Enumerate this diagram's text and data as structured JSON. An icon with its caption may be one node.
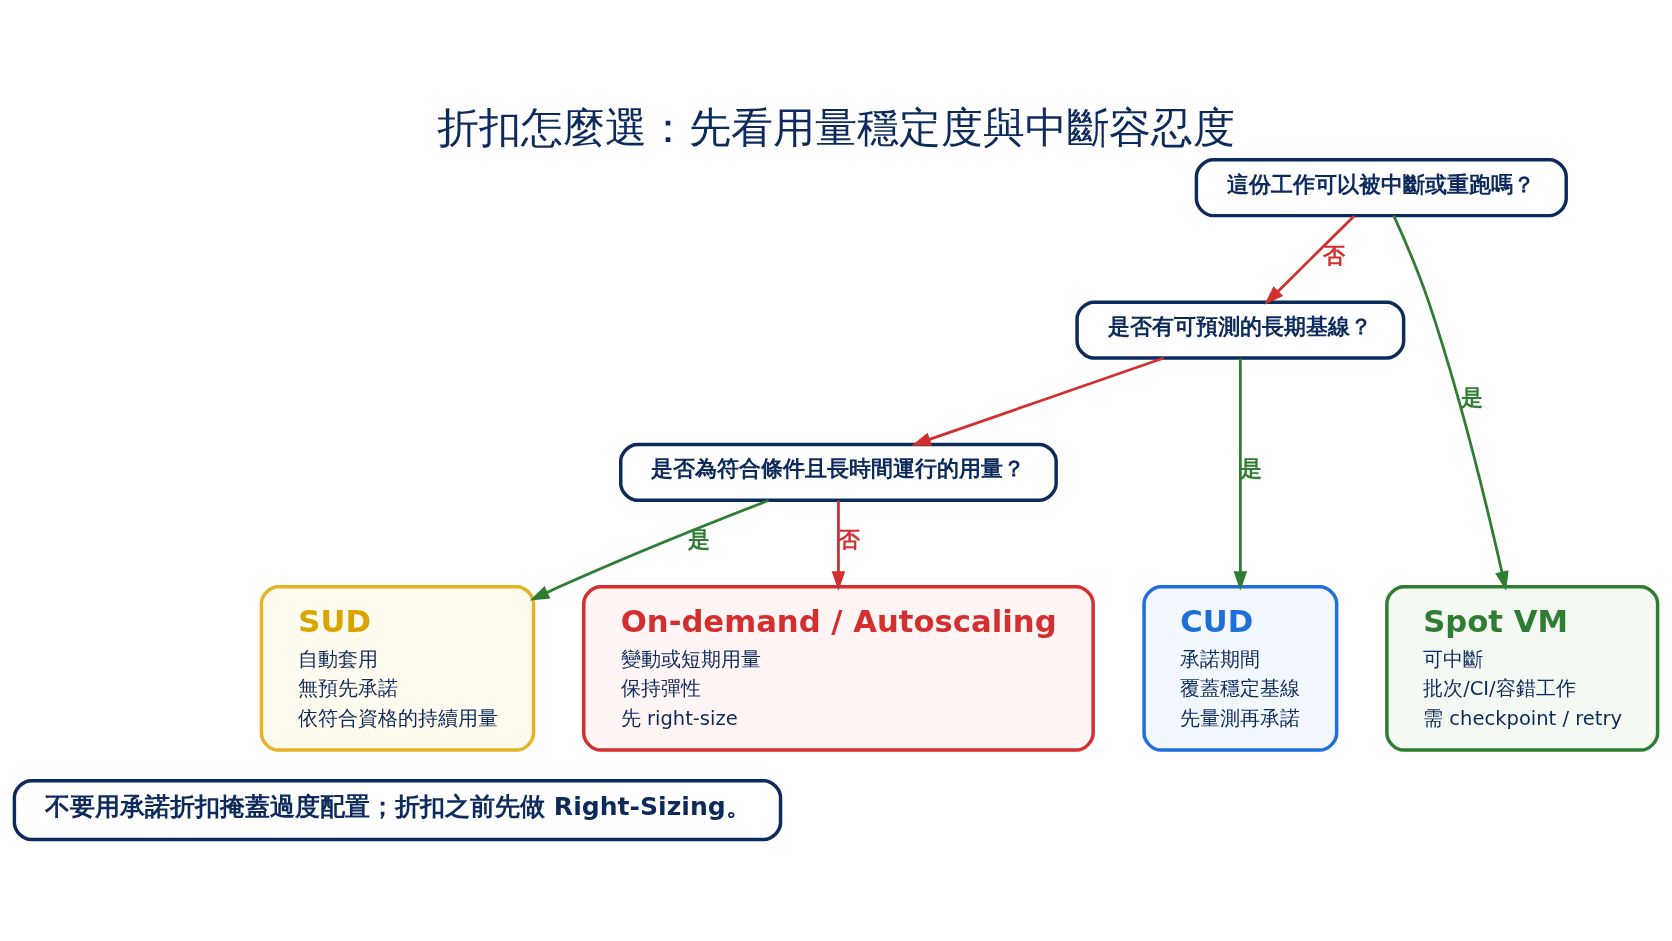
{
  "diagram": {
    "title": "折扣怎麼選：先看用量穩定度與中斷容忍度",
    "nodes": [
      {
        "text": [
          "這份工作可以被中斷或重跑嗎？"
        ]
      },
      {
        "text": [
          "是否有可預測的長期基線？"
        ]
      },
      {
        "text": [
          "是否為符合條件且長時間運行的用量？"
        ]
      },
      {
        "text": [
          "Spot VM",
          "可中斷",
          "批次/CI/容錯工作",
          "需 checkpoint / retry"
        ]
      },
      {
        "text": [
          "CUD",
          "承諾期間",
          "覆蓋穩定基線",
          "先量測再承諾"
        ]
      },
      {
        "text": [
          "SUD",
          "自動套用",
          "無預先承諾",
          "依符合資格的持續用量"
        ]
      },
      {
        "text": [
          "On-demand / Autoscaling",
          "變動或短期用量",
          "保持彈性",
          "先 right-size"
        ]
      },
      {
        "text": [
          "不要用承諾折扣掩蓋過度配置；折扣之前先做 Right-Sizing。"
        ]
      }
    ],
    "edges": [
      {
        "from": 0,
        "to": 3,
        "arrow": "to",
        "label": "是",
        "color": "#2e7d32"
      },
      {
        "from": 0,
        "to": 1,
        "arrow": "to",
        "label": "否",
        "color": "#d32f2f"
      },
      {
        "from": 1,
        "to": 4,
        "arrow": "to",
        "label": "是",
        "color": "#2e7d32"
      },
      {
        "from": 1,
        "to": 2,
        "arrow": "to",
        "color": "#d32f2f"
      },
      {
        "from": 2,
        "to": 5,
        "arrow": "to",
        "label": "是",
        "color": "#2e7d32"
      },
      {
        "from": 2,
        "to": 6,
        "arrow": "to",
        "label": "否",
        "color": "#d32f2f"
      }
    ]
  }
}
